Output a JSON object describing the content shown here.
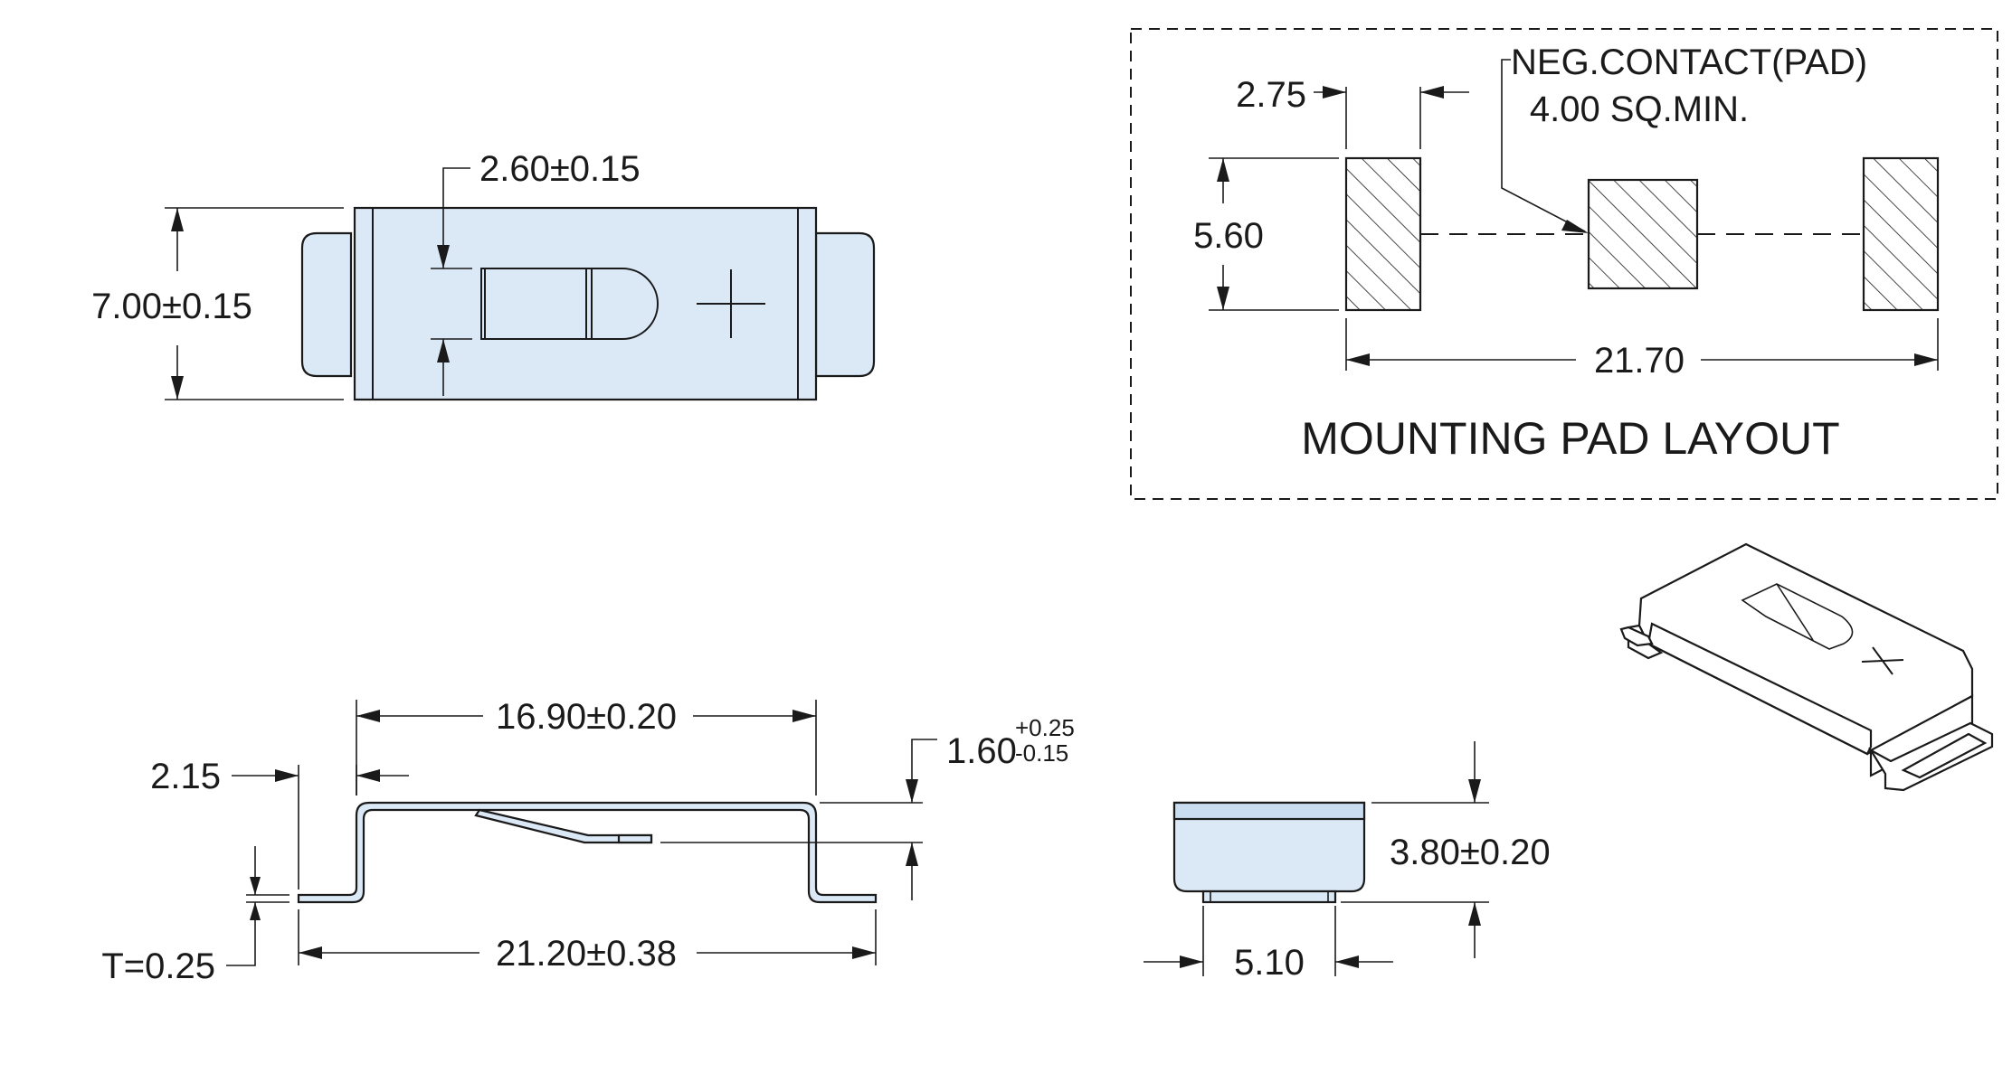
{
  "top_view": {
    "dim_height": "7.00±0.15",
    "dim_window": "2.60±0.15"
  },
  "pad_layout": {
    "title": "MOUNTING PAD LAYOUT",
    "neg_contact_line1": "NEG.CONTACT(PAD)",
    "neg_contact_line2": "4.00 SQ.MIN.",
    "dim_pad_width": "2.75",
    "dim_pad_height": "5.60",
    "dim_span": "21.70"
  },
  "side_view": {
    "dim_top_length": "16.90±0.20",
    "dim_overall_length": "21.20±0.38",
    "dim_foot": "2.15",
    "dim_thickness": "T=0.25",
    "dim_height_base": "1.60",
    "dim_height_tol_plus": "+0.25",
    "dim_height_tol_minus": "-0.15"
  },
  "end_view": {
    "dim_height": "3.80±0.20",
    "dim_width": "5.10"
  },
  "colors": {
    "part_fill": "#dbe8f6",
    "line": "#1a1a1a"
  }
}
